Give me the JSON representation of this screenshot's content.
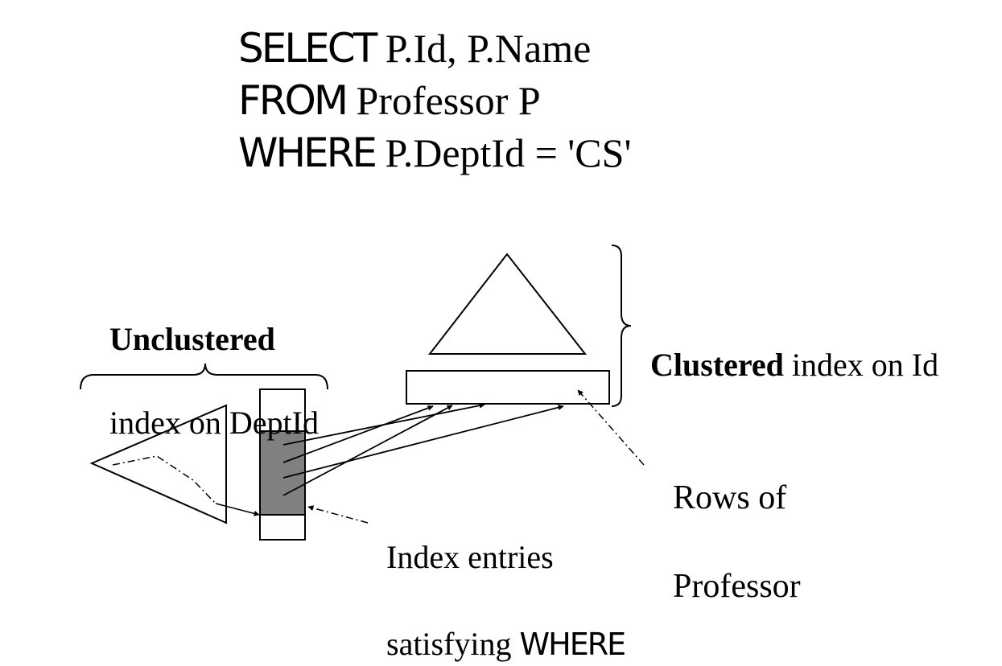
{
  "sql": {
    "select_kw": "SELECT",
    "select_expr": "P.Id, P.Name",
    "from_kw": "FROM",
    "from_expr": "Professor P",
    "where_kw": "WHERE",
    "where_expr": "P.DeptId = 'CS'"
  },
  "unclustered": {
    "bold": "Unclustered",
    "rest": "index on DeptId"
  },
  "clustered": {
    "bold": "Clustered",
    "rest": "index on Id"
  },
  "rows_label": {
    "line1": "Rows of",
    "line2": "Professor"
  },
  "entries_label": {
    "line1": "Index entries",
    "line2_a": "satisfying ",
    "line2_b": "WHERE"
  },
  "colors": {
    "stroke": "#000000",
    "shaded_entries": "#808080"
  }
}
